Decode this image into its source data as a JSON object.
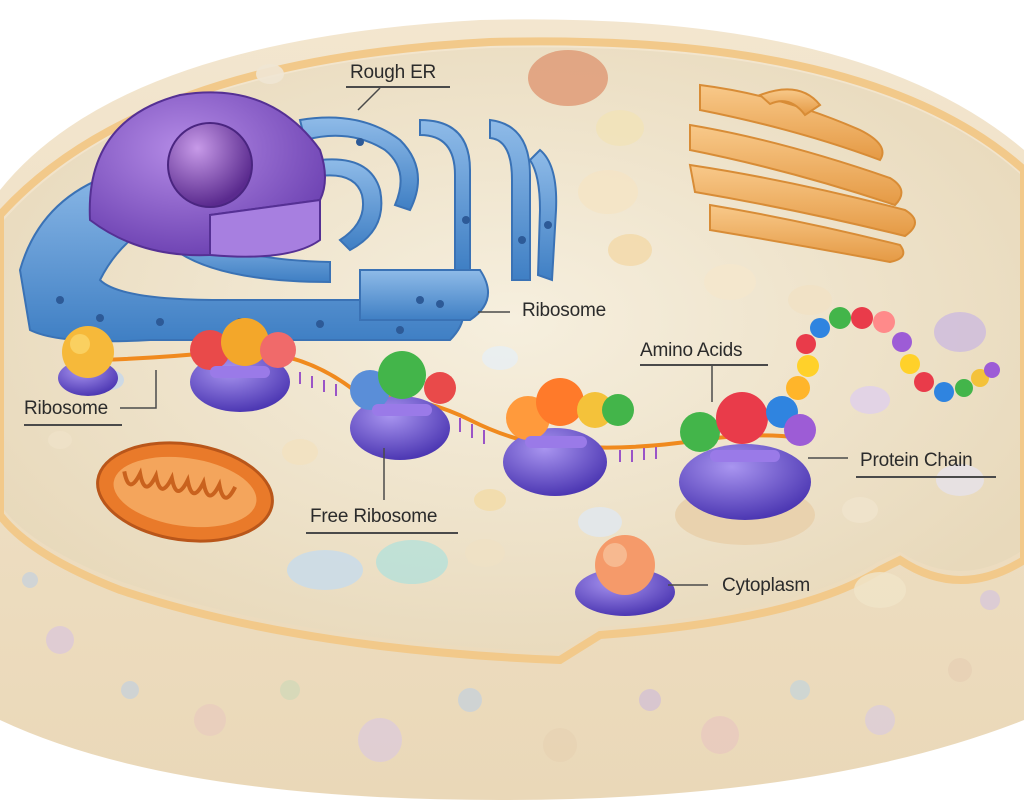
{
  "labels": {
    "rough_er": "Rough ER",
    "ribosome_er": "Ribosome",
    "ribosome_left": "Ribosome",
    "amino_acids": "Amino Acids",
    "protein_chain": "Protein Chain",
    "free_ribosome": "Free Ribosome",
    "cytoplasm": "Cytoplasm"
  },
  "colors": {
    "cytoplasm": "#efe2c8",
    "cell_rim": "#f2c98a",
    "nucleus": "#8a55c9",
    "er": "#5b95d3",
    "golgi": "#f0a85a",
    "mitochondrion": "#e97a2a",
    "mrna": "#f08a1e",
    "ribosome_small": "#7b62d6",
    "ribosome_large": "#ff9a3c",
    "amino_acid_palette": [
      "#e93b4a",
      "#ff8a1c",
      "#ffd12a",
      "#43b54a",
      "#2f84e0",
      "#9d5cd6"
    ]
  }
}
